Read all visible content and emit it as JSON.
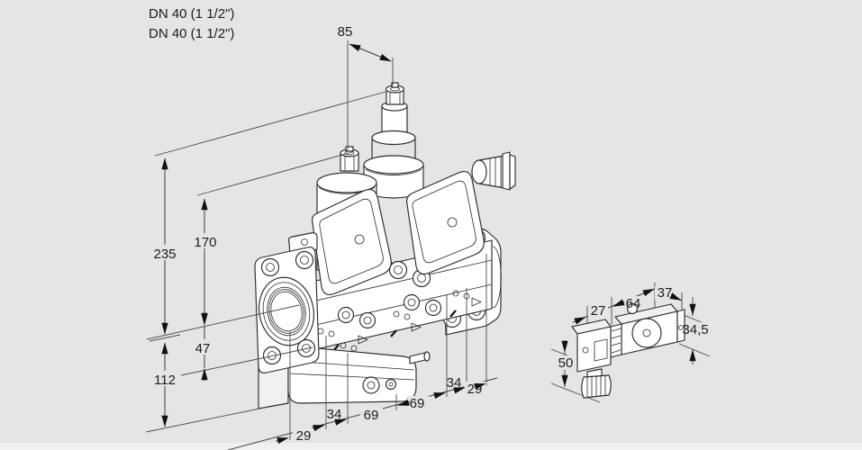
{
  "window": {
    "background": "#e5e5e5",
    "line_color": "#2b2b2b",
    "dimension_line_color": "#3d3d3d",
    "text_color": "#1c1c1c"
  },
  "header": {
    "dn_line1": "DN 40 (1 1/2\")",
    "dn_line2": "DN 40 (1 1/2\")"
  },
  "dimensions_mm": {
    "actuator_spacing": "85",
    "total_height": "235",
    "upper_height": "170",
    "flange_height": "47",
    "lower_height": "112",
    "bottom_chain": [
      "29",
      "34",
      "69",
      "69",
      "34",
      "29"
    ],
    "detail": {
      "width_back": "27",
      "length_body": "64",
      "width_front": "37",
      "height_body": "34,5",
      "height_total": "50"
    }
  }
}
